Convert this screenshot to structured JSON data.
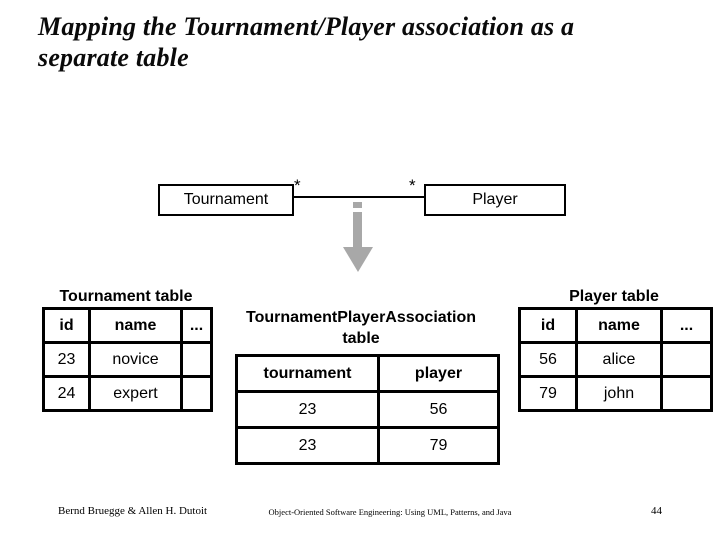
{
  "slide": {
    "title_lines": [
      "Mapping the Tournament/Player association as a",
      "separate table"
    ],
    "footer": {
      "authors": "Bernd Bruegge & Allen H. Dutoit",
      "book": "Object-Oriented Software Engineering: Using UML, Patterns, and Java",
      "page_number": "44"
    }
  },
  "uml": {
    "classes": [
      {
        "name": "Tournament"
      },
      {
        "name": "Player"
      }
    ],
    "multiplicity_left": "*",
    "multiplicity_right": "*",
    "arrow": {
      "icon": "down-arrow",
      "color": "#a8a8a8"
    }
  },
  "tables": {
    "tournament": {
      "caption": "Tournament table",
      "headers": [
        "id",
        "name",
        "..."
      ],
      "rows": [
        [
          "23",
          "novice",
          ""
        ],
        [
          "24",
          "expert",
          ""
        ]
      ]
    },
    "association": {
      "caption": "TournamentPlayerAssociation table",
      "headers": [
        "tournament",
        "player"
      ],
      "rows": [
        [
          "23",
          "56"
        ],
        [
          "23",
          "79"
        ]
      ]
    },
    "player": {
      "caption": "Player table",
      "headers": [
        "id",
        "name",
        "..."
      ],
      "rows": [
        [
          "56",
          "alice",
          ""
        ],
        [
          "79",
          "john",
          ""
        ]
      ]
    }
  },
  "colors": {
    "background": "#ffffff",
    "line": "#000000",
    "arrow": "#a8a8a8"
  }
}
